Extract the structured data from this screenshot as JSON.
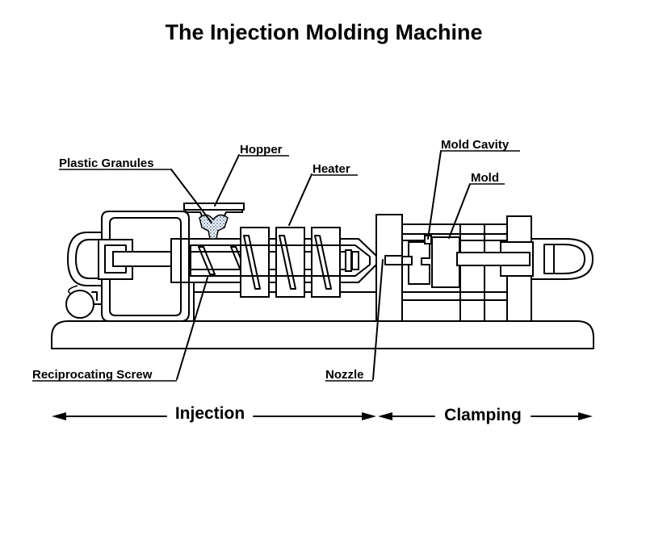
{
  "title": "The Injection Molding Machine",
  "labels": {
    "hopper": "Hopper",
    "plastic_granules": "Plastic Granules",
    "heater": "Heater",
    "mold_cavity": "Mold Cavity",
    "mold": "Mold",
    "reciprocating_screw": "Reciprocating Screw",
    "nozzle": "Nozzle"
  },
  "sections": {
    "injection": "Injection",
    "clamping": "Clamping"
  },
  "colors": {
    "line": "#000000",
    "background": "#ffffff",
    "granules": "#8fa8c8"
  }
}
